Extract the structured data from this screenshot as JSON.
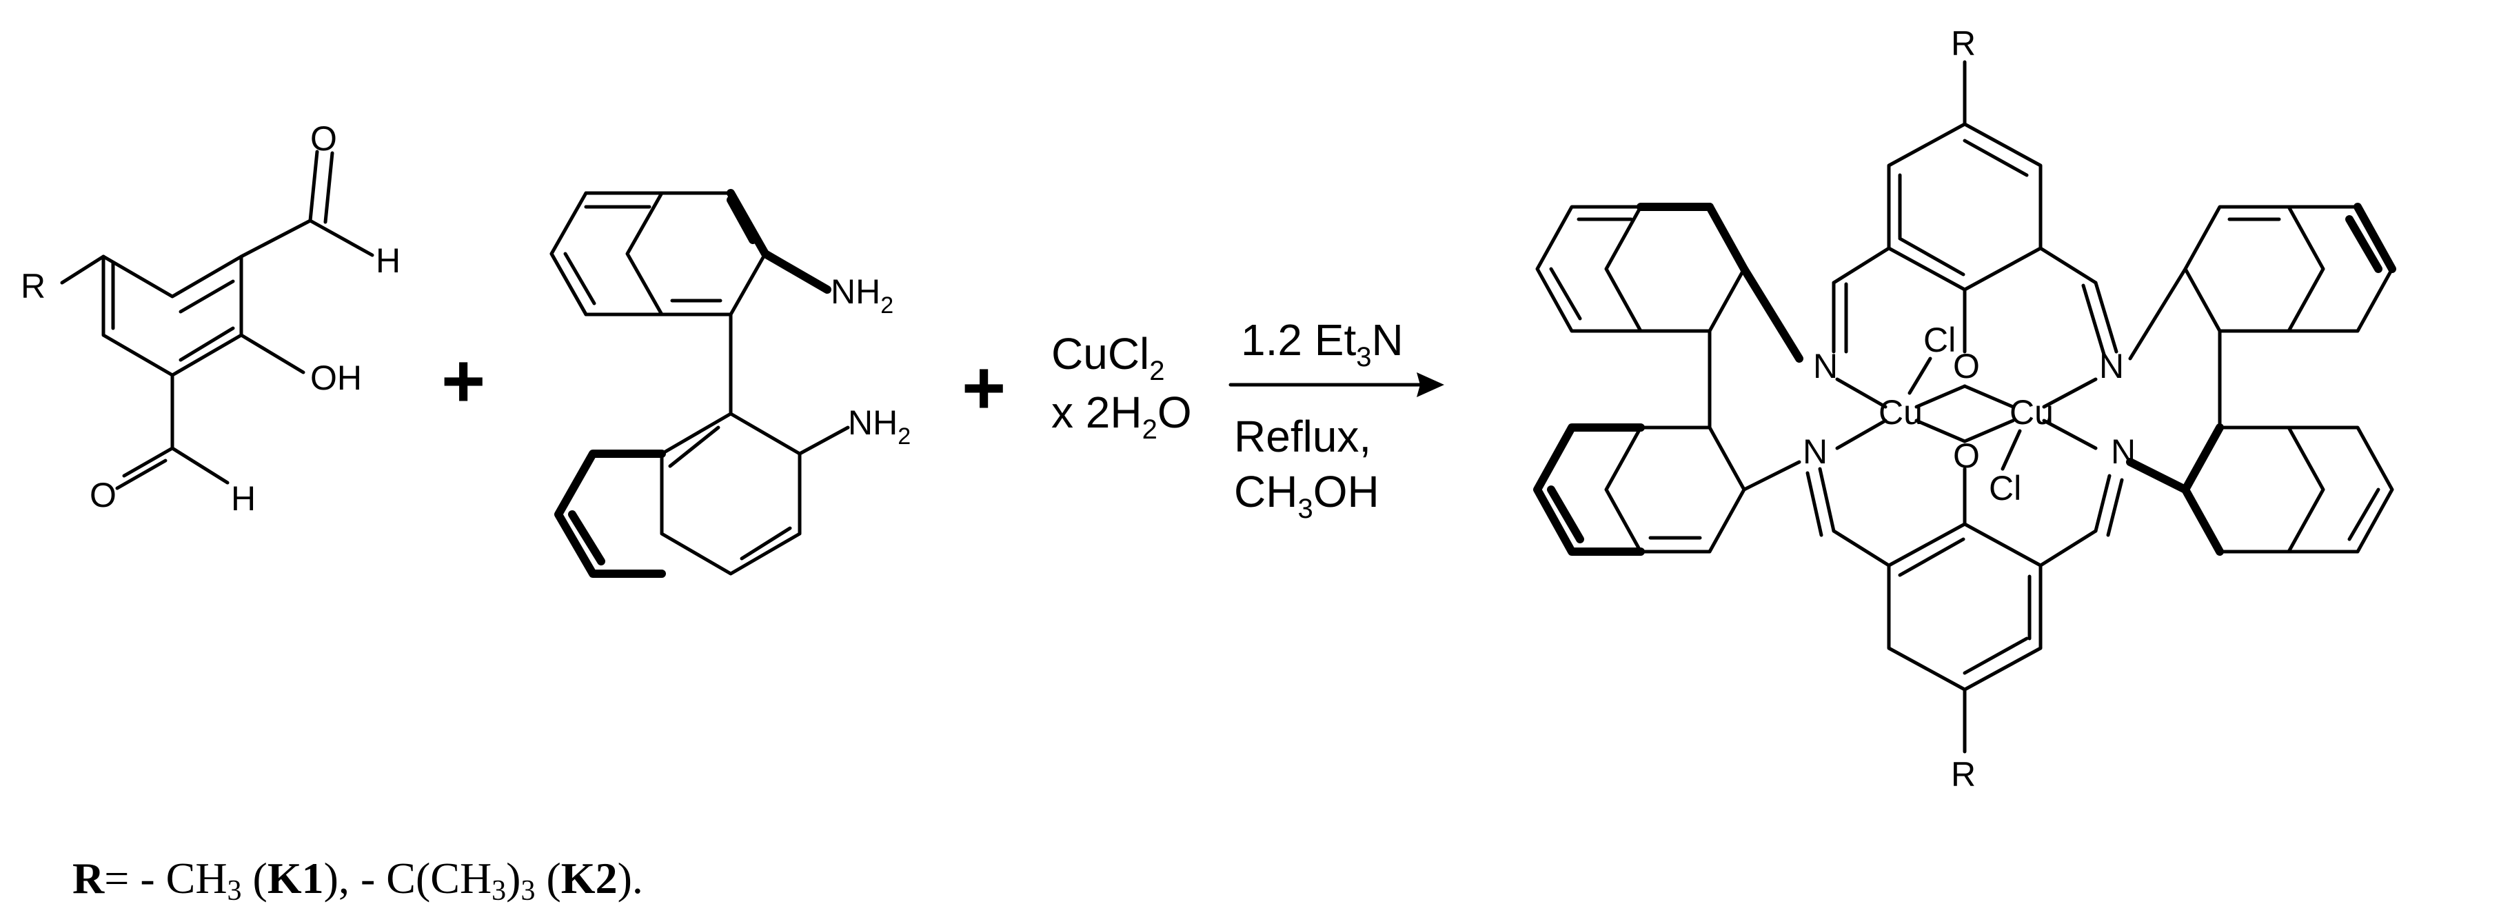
{
  "reactant1": {
    "r": "R",
    "o_top": "O",
    "h_top": "H",
    "oh": "OH",
    "o_bottom": "O",
    "h_bottom": "H"
  },
  "plus": "+",
  "reactant2": {
    "nh2_top": "NH",
    "nh2_top_sub": "2",
    "nh2_bottom": "NH",
    "nh2_bottom_sub": "2"
  },
  "reagent": {
    "line1": "CuCl",
    "line1_sub": "2",
    "line2_prefix": "x 2H",
    "line2_sub": "2",
    "line2_suffix": "O"
  },
  "conditions": {
    "above_main": "1.2 Et",
    "above_sub": "3",
    "above_suffix": "N",
    "below_line1": "Reflux,",
    "below_line2_a": "CH",
    "below_line2_sub": "3",
    "below_line2_b": "OH"
  },
  "product": {
    "r_top": "R",
    "r_bottom": "R",
    "n": "N",
    "o": "O",
    "cu": "Cu",
    "cl": "Cl"
  },
  "legend": {
    "r_label": "R",
    "eq": "= - CH",
    "sub3a": "3",
    "open1": " (",
    "k1": "K1",
    "close1": "), - C(CH",
    "sub3b": "3",
    "close_paren": ")",
    "sub3c": "3",
    "open2": " (",
    "k2": "K2",
    "close2": ")."
  }
}
